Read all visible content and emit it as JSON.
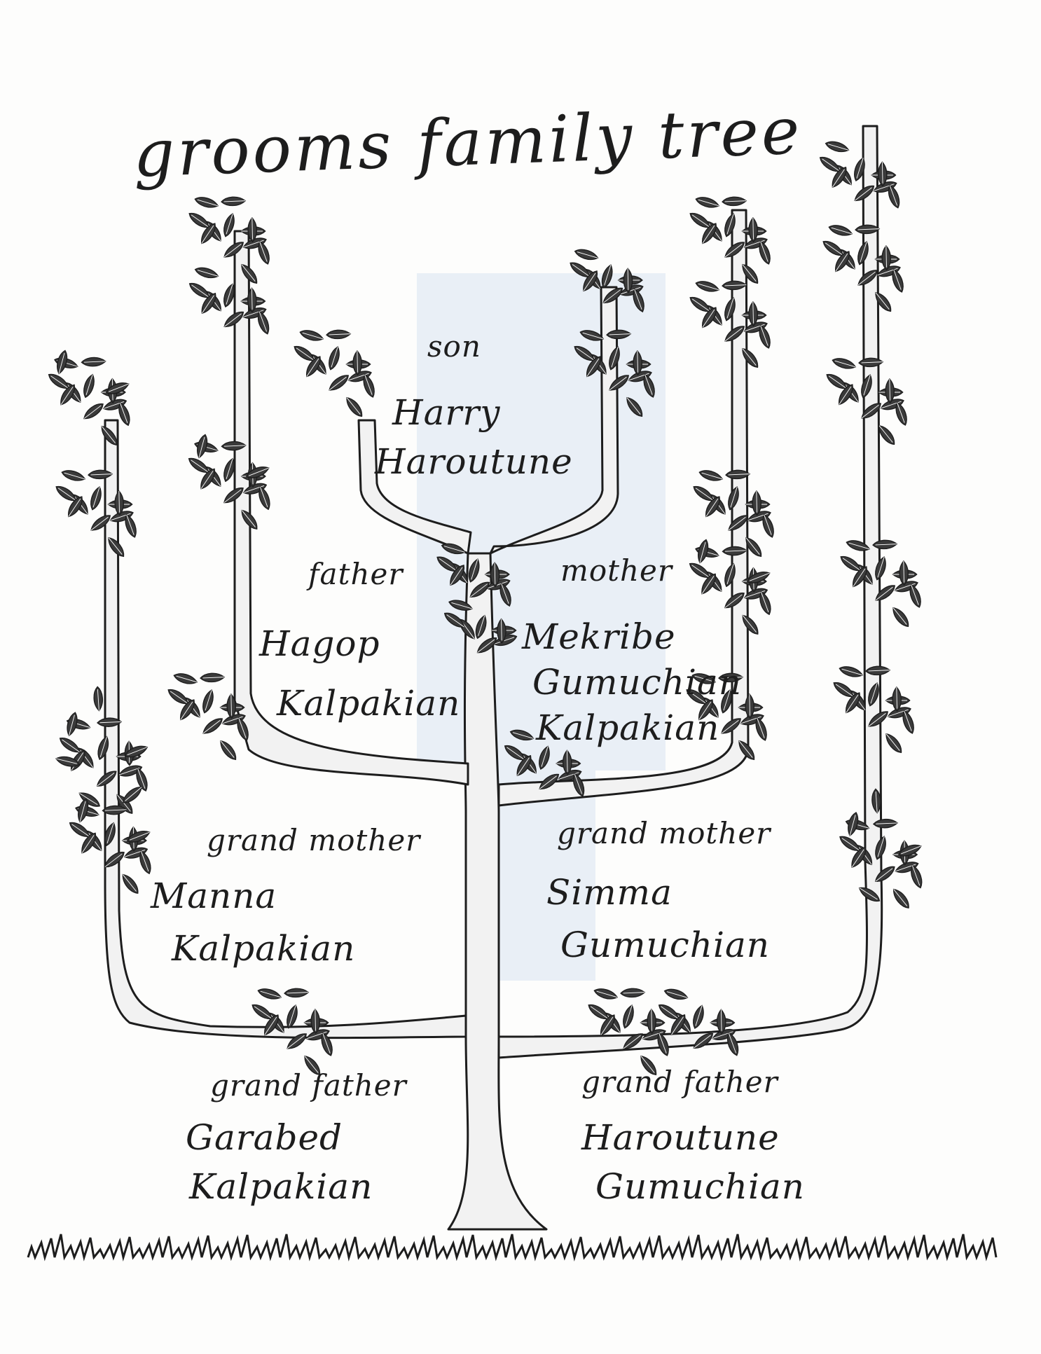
{
  "title": "grooms family tree",
  "colors": {
    "ink": "#1d1d1d",
    "trunk_fill": "#f2f2f2",
    "leaf_fill": "#3a3a3a",
    "highlight": "#e9eff6",
    "paper": "#fdfdfc"
  },
  "son": {
    "role": "son",
    "first": "Harry",
    "last": "Haroutune"
  },
  "father": {
    "role": "father",
    "first": "Hagop",
    "last": "Kalpakian"
  },
  "mother": {
    "role": "mother",
    "first": "Mekribe",
    "middle": "Gumuchian",
    "last": "Kalpakian"
  },
  "paternal_grandmother": {
    "role": "grand mother",
    "first": "Manna",
    "last": "Kalpakian"
  },
  "maternal_grandmother": {
    "role": "grand mother",
    "first": "Simma",
    "last": "Gumuchian"
  },
  "paternal_grandfather": {
    "role": "grand father",
    "first": "Garabed",
    "last": "Kalpakian"
  },
  "maternal_grandfather": {
    "role": "grand father",
    "first": "Haroutune",
    "last": "Gumuchian"
  }
}
